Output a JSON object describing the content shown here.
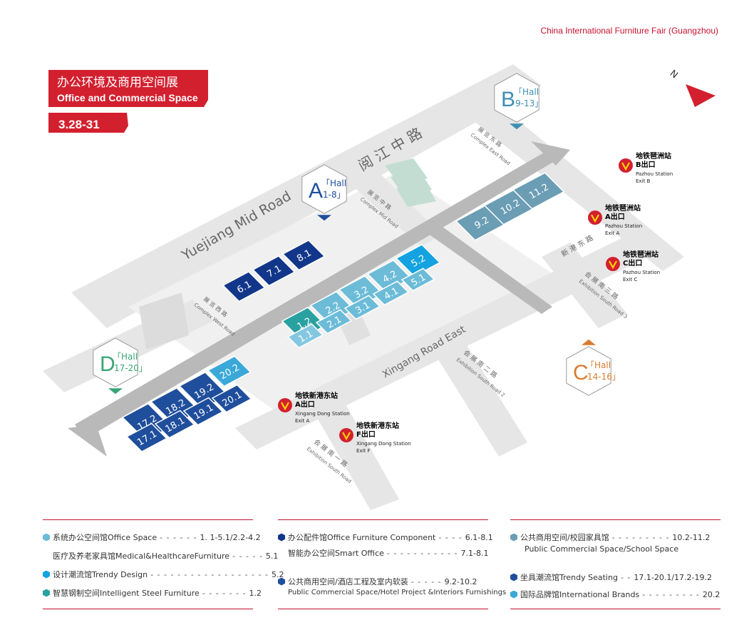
{
  "header": {
    "fair_name": "China International Furniture Fair (Guangzhou)"
  },
  "title": {
    "cn": "办公环境及商用空间展",
    "en": "Office and Commercial Space",
    "dates": "3.28-31"
  },
  "compass": {
    "label": "N"
  },
  "colors": {
    "accent": "#d3202f",
    "dark_blue": "#1f4e9c",
    "navy": "#12378a",
    "mid_blue": "#6cbcd8",
    "light_blue": "#84c7e0",
    "bright_blue": "#14a3e0",
    "teal": "#2aa1a1",
    "slate": "#6b9db5",
    "sky": "#3aa8d8",
    "road": "#e4e4e4",
    "hall_green": "#3aa574",
    "hall_orange": "#d87c2f",
    "hall_blue": "#1f4e9c",
    "hall_teal": "#3f8fb1"
  },
  "roads": {
    "yuejiang_cn": "阅 江 中 路",
    "yuejiang_en": "Yuejiang  Mid  Road",
    "complex_mid_cn": "展 览 中 路",
    "complex_mid_en": "Complex Mid Road",
    "complex_east_cn": "展 览 东 路",
    "complex_east_en": "Complex East Road",
    "complex_west_cn": "展 览 西 路",
    "complex_west_en": "Complex West Road",
    "xingang_east_en": "Xingang  Road  East",
    "xingang_east_cn": "新 港 东 路",
    "exh_south_1_cn": "会 展 南 一 路",
    "exh_south_1_en": "Exhibition South Road",
    "exh_south_2_cn": "会 展 南 二 路",
    "exh_south_2_en": "Exhibition South Road 2",
    "exh_south_3_cn": "会 展 南 三 路",
    "exh_south_3_en": "Exhibition South Road 3"
  },
  "hall_markers": [
    {
      "letter": "A",
      "l1": "「Hall",
      "l2": "1-8」",
      "color": "#1f4e9c"
    },
    {
      "letter": "B",
      "l1": "「Hall",
      "l2": "9-13」",
      "color": "#3f8fb1"
    },
    {
      "letter": "C",
      "l1": "「Hall",
      "l2": "14-16」",
      "color": "#d87c2f"
    },
    {
      "letter": "D",
      "l1": "「Hall",
      "l2": "17-20」",
      "color": "#3aa574"
    }
  ],
  "halls": [
    {
      "label": "6.1",
      "color": "#12378a"
    },
    {
      "label": "7.1",
      "color": "#12378a"
    },
    {
      "label": "8.1",
      "color": "#12378a"
    },
    {
      "label": "1.2",
      "color": "#2aa1a1"
    },
    {
      "label": "2.2",
      "color": "#6cbcd8"
    },
    {
      "label": "3.2",
      "color": "#6cbcd8"
    },
    {
      "label": "4.2",
      "color": "#6cbcd8"
    },
    {
      "label": "5.2",
      "color": "#14a3e0"
    },
    {
      "label": "1.1",
      "color": "#84c7e0"
    },
    {
      "label": "2.1",
      "color": "#6cbcd8"
    },
    {
      "label": "3.1",
      "color": "#6cbcd8"
    },
    {
      "label": "4.1",
      "color": "#6cbcd8"
    },
    {
      "label": "5.1",
      "color": "#6cbcd8"
    },
    {
      "label": "9.2",
      "color": "#6b9db5"
    },
    {
      "label": "10.2",
      "color": "#6b9db5"
    },
    {
      "label": "11.2",
      "color": "#6b9db5"
    },
    {
      "label": "17.2",
      "color": "#1f4e9c"
    },
    {
      "label": "18.2",
      "color": "#1f4e9c"
    },
    {
      "label": "19.2",
      "color": "#1f4e9c"
    },
    {
      "label": "20.2",
      "color": "#3aa8d8"
    },
    {
      "label": "17.1",
      "color": "#1f4e9c"
    },
    {
      "label": "18.1",
      "color": "#1f4e9c"
    },
    {
      "label": "19.1",
      "color": "#1f4e9c"
    },
    {
      "label": "20.1",
      "color": "#1f4e9c"
    }
  ],
  "stations": [
    {
      "cn": "地铁琶洲站",
      "exit_cn": "B出口",
      "en": "Pazhou Station",
      "exit_en": "Exit B"
    },
    {
      "cn": "地铁琶洲站",
      "exit_cn": "A出口",
      "en": "Pazhou Station",
      "exit_en": "Exit A"
    },
    {
      "cn": "地铁琶洲站",
      "exit_cn": "C出口",
      "en": "Pazhou Station",
      "exit_en": "Exit C"
    },
    {
      "cn": "地铁新港东站",
      "exit_cn": "A出口",
      "en": "Xingang Dong Station",
      "exit_en": "Exit A"
    },
    {
      "cn": "地铁新港东站",
      "exit_cn": "F出口",
      "en": "Xingang Dong Station",
      "exit_en": "Exit F"
    }
  ],
  "legend": {
    "col1": [
      {
        "text": "系统办公空间馆Office Space",
        "halls": "1. 1-5.1/2.2-4.2",
        "color": "#6cbcd8"
      },
      {
        "text": "医疗及养老家具馆Medical&HealthcareFurniture",
        "halls": "5.1",
        "color": ""
      },
      {
        "text": "设计潮流馆Trendy Design",
        "halls": "5.2",
        "color": "#14a3e0"
      },
      {
        "text": "智慧钢制空间Intelligent Steel Furniture",
        "halls": "1.2",
        "color": "#2aa1a1"
      }
    ],
    "col2": [
      {
        "text": "办公配件馆Office Furniture Component",
        "halls": "6.1-8.1",
        "color": "#12378a"
      },
      {
        "text": "智能办公空间Smart Office",
        "halls": "7.1-8.1",
        "color": ""
      },
      {
        "text": "公共商用空间/酒店工程及室内软装",
        "halls": "9.2-10.2",
        "color": "#1f4e9c"
      },
      {
        "text": "Public Commercial Space/Hotel Project &Interiors Furnishings",
        "halls": "",
        "color": ""
      }
    ],
    "col3": [
      {
        "text": "公共商用空间/校园家具馆",
        "halls": "10.2-11.2",
        "color": "#6b9db5"
      },
      {
        "text": "Public Commercial Space/School Space",
        "halls": "",
        "color": ""
      },
      {
        "text": "坐具潮流馆Trendy Seating",
        "halls": "17.1-20.1/17.2-19.2",
        "color": "#1f4e9c"
      },
      {
        "text": "国际品牌馆International Brands",
        "halls": "20.2",
        "color": "#3aa8d8"
      }
    ]
  }
}
